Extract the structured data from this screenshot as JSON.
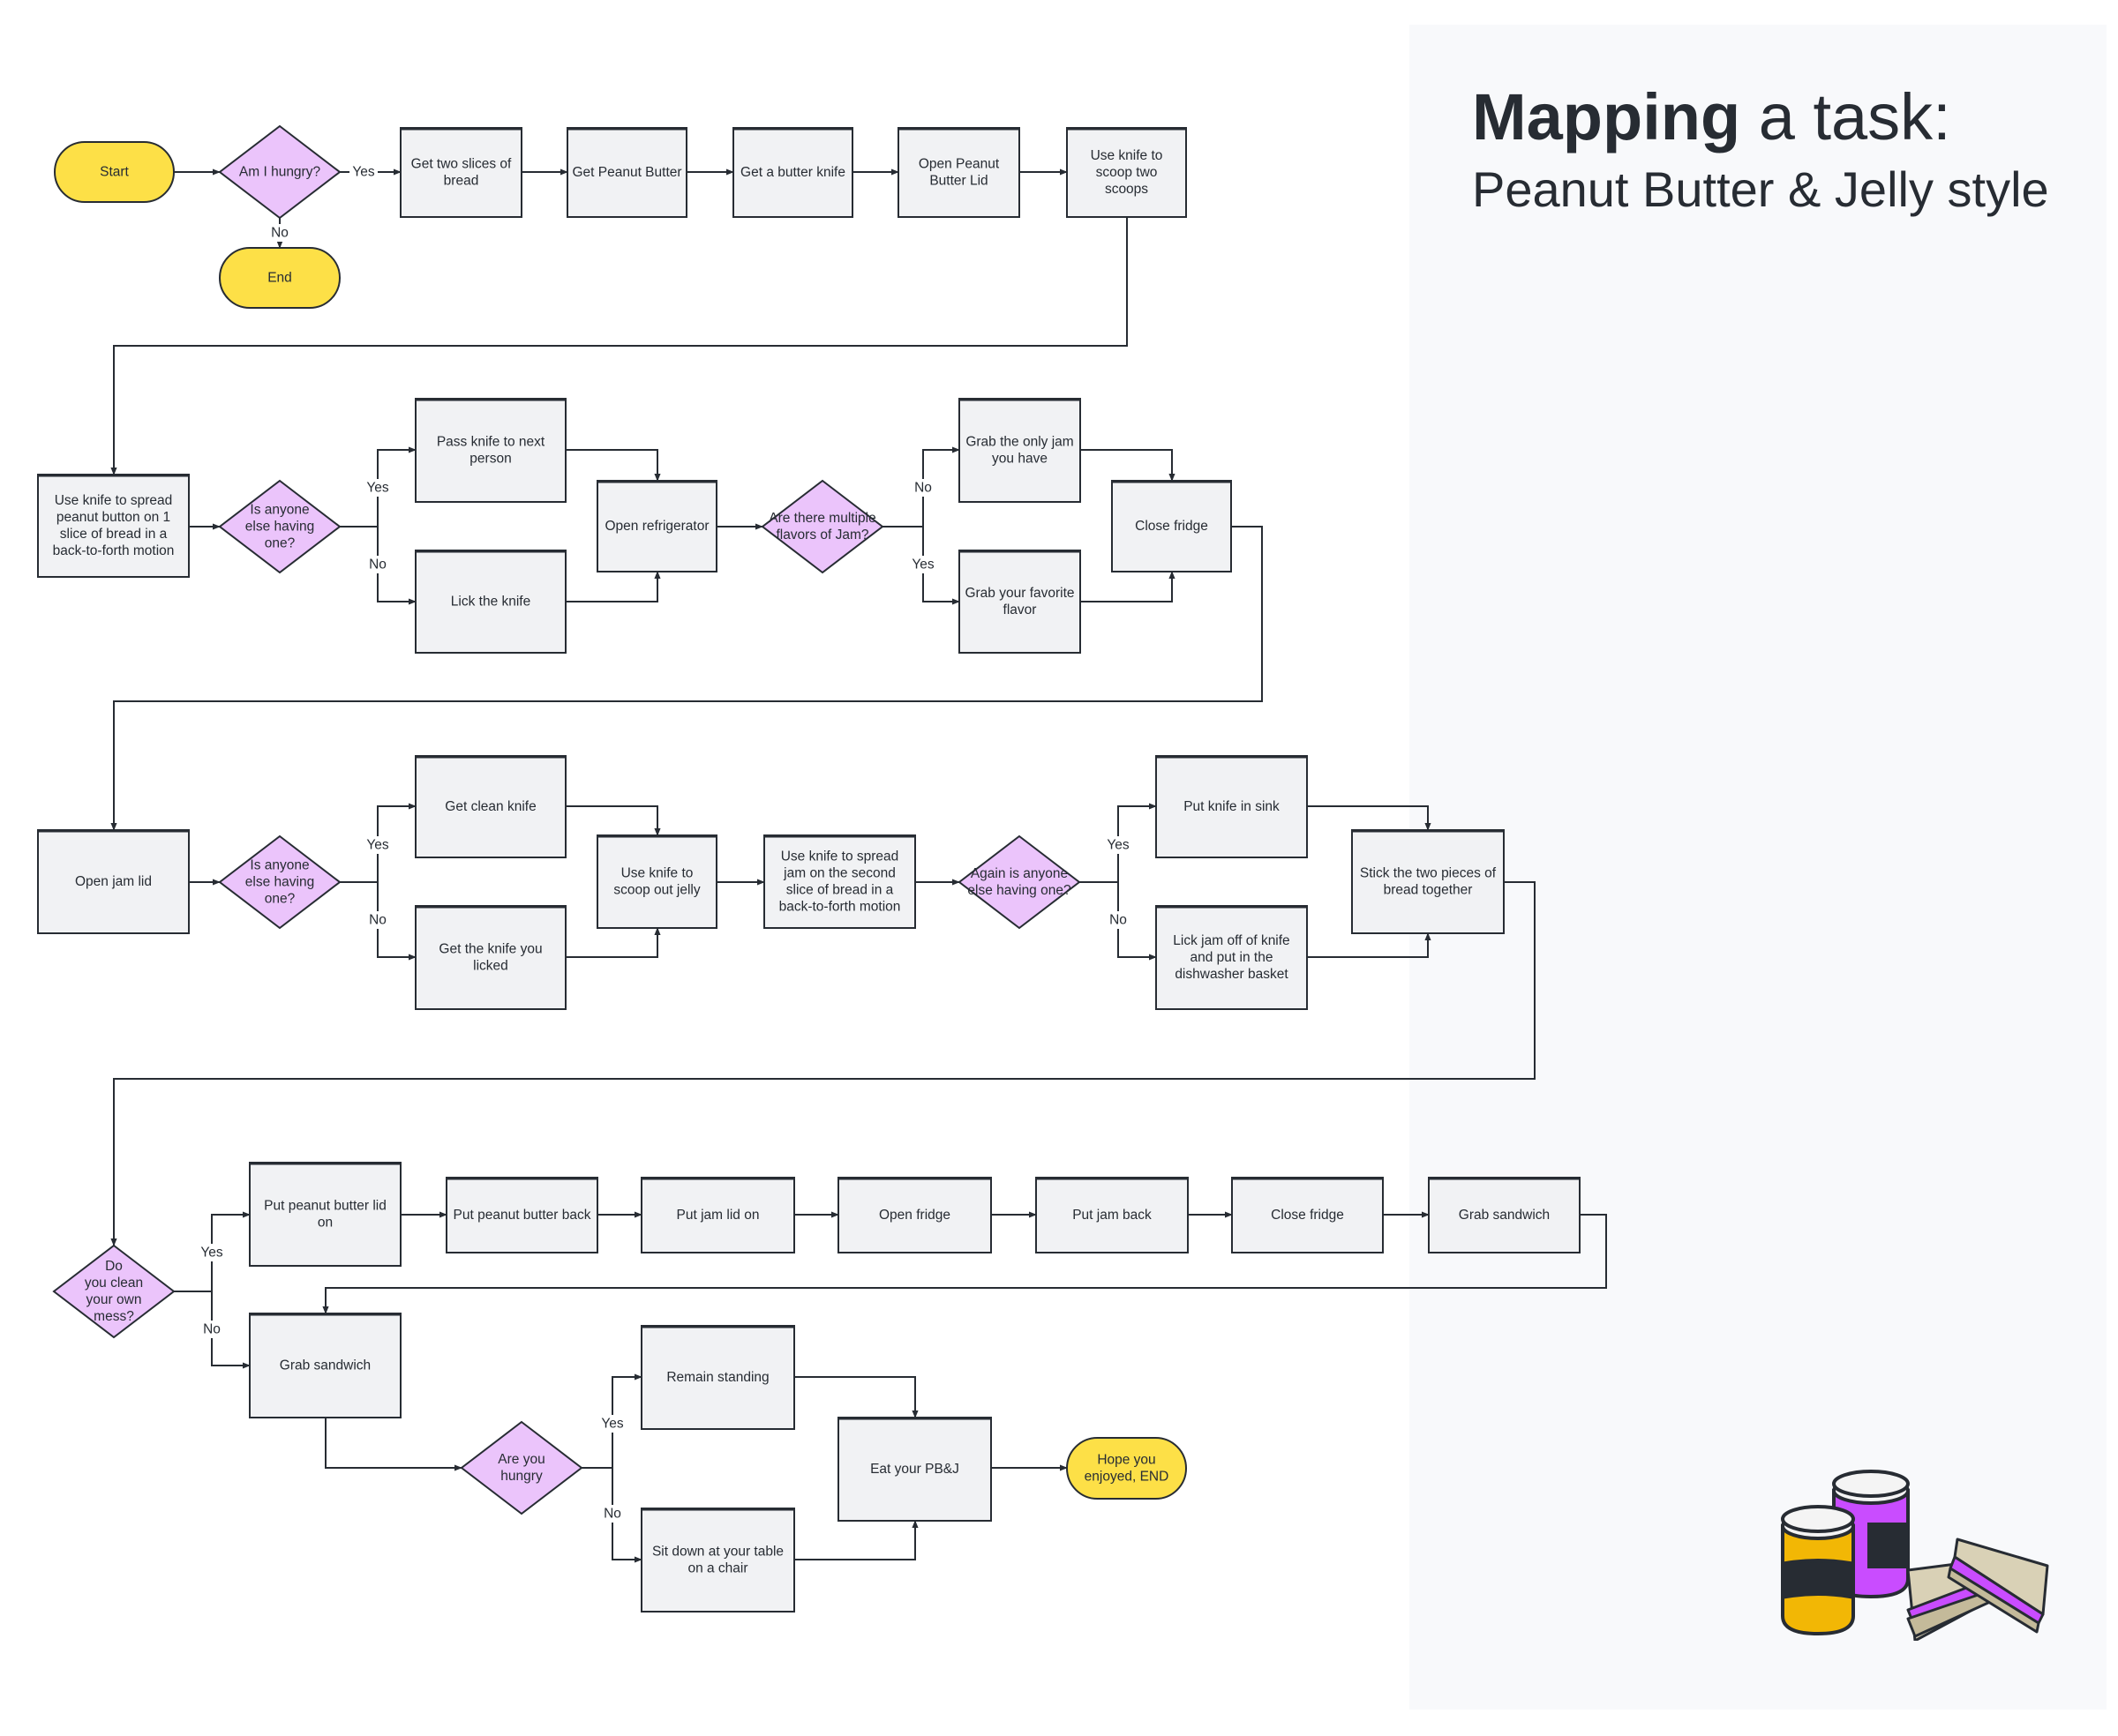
{
  "title": {
    "bold": "Mapping",
    "rest": " a task:",
    "subtitle": "Peanut Butter & Jelly style"
  },
  "colors": {
    "terminal_fill": "#fde047",
    "decision_fill": "#ebc4fb",
    "process_fill": "#f1f2f4",
    "stroke": "#272c33",
    "panel_bg": "#f8f9fb"
  },
  "nodes": {
    "start": {
      "type": "terminal",
      "lines": [
        "Start"
      ]
    },
    "q_hungry": {
      "type": "decision",
      "lines": [
        "Am I hungry?"
      ]
    },
    "end": {
      "type": "terminal",
      "lines": [
        "End"
      ]
    },
    "get_bread": {
      "type": "process",
      "lines": [
        "Get two slices of",
        "bread"
      ]
    },
    "get_pb": {
      "type": "process",
      "lines": [
        "Get Peanut Butter"
      ]
    },
    "get_knife": {
      "type": "process",
      "lines": [
        "Get a butter knife"
      ]
    },
    "open_pb": {
      "type": "process",
      "lines": [
        "Open Peanut",
        "Butter Lid"
      ]
    },
    "scoop_pb": {
      "type": "process",
      "lines": [
        "Use knife to",
        "scoop two",
        "scoops"
      ]
    },
    "spread_pb": {
      "type": "process",
      "lines": [
        "Use knife to spread",
        "peanut button on 1",
        "slice of bread in a",
        "back-to-forth motion"
      ]
    },
    "q_anyone1": {
      "type": "decision",
      "lines": [
        "Is anyone",
        "else having",
        "one?"
      ]
    },
    "pass_knife": {
      "type": "process",
      "lines": [
        "Pass knife to next",
        "person"
      ]
    },
    "lick_knife": {
      "type": "process",
      "lines": [
        "Lick the knife"
      ]
    },
    "open_fridge1": {
      "type": "process",
      "lines": [
        "Open refrigerator"
      ]
    },
    "q_flavors": {
      "type": "decision",
      "lines": [
        "Are there multiple",
        "flavors of Jam?"
      ]
    },
    "grab_only": {
      "type": "process",
      "lines": [
        "Grab the only jam",
        "you have"
      ]
    },
    "grab_fav": {
      "type": "process",
      "lines": [
        "Grab your favorite",
        "flavor"
      ]
    },
    "close_fridge1": {
      "type": "process",
      "lines": [
        "Close fridge"
      ]
    },
    "open_jam": {
      "type": "process",
      "lines": [
        "Open jam lid"
      ]
    },
    "q_anyone2": {
      "type": "decision",
      "lines": [
        "Is anyone",
        "else having",
        "one?"
      ]
    },
    "clean_knife": {
      "type": "process",
      "lines": [
        "Get clean knife"
      ]
    },
    "licked_knife": {
      "type": "process",
      "lines": [
        "Get the knife you",
        "licked"
      ]
    },
    "scoop_jelly": {
      "type": "process",
      "lines": [
        "Use knife to",
        "scoop out jelly"
      ]
    },
    "spread_jam": {
      "type": "process",
      "lines": [
        "Use knife to spread",
        "jam on the second",
        "slice of bread in a",
        "back-to-forth motion"
      ]
    },
    "q_anyone3": {
      "type": "decision",
      "lines": [
        "Again is anyone",
        "else having one?"
      ]
    },
    "sink": {
      "type": "process",
      "lines": [
        "Put knife in sink"
      ]
    },
    "lick_jam": {
      "type": "process",
      "lines": [
        "Lick jam off of knife",
        "and put in the",
        "dishwasher basket"
      ]
    },
    "stick": {
      "type": "process",
      "lines": [
        "Stick the two pieces of",
        "bread together"
      ]
    },
    "q_clean": {
      "type": "decision",
      "lines": [
        "Do",
        "you clean",
        "your own",
        "mess?"
      ]
    },
    "pb_lid": {
      "type": "process",
      "lines": [
        "Put peanut butter lid",
        "on"
      ]
    },
    "pb_back": {
      "type": "process",
      "lines": [
        "Put peanut butter back"
      ]
    },
    "jam_lid": {
      "type": "process",
      "lines": [
        "Put jam lid on"
      ]
    },
    "open_fridge2": {
      "type": "process",
      "lines": [
        "Open fridge"
      ]
    },
    "jam_back": {
      "type": "process",
      "lines": [
        "Put jam back"
      ]
    },
    "close_fridge2": {
      "type": "process",
      "lines": [
        "Close fridge"
      ]
    },
    "grab_sandwich1": {
      "type": "process",
      "lines": [
        "Grab sandwich"
      ]
    },
    "grab_sandwich2": {
      "type": "process",
      "lines": [
        "Grab sandwich"
      ]
    },
    "q_hungry2": {
      "type": "decision",
      "lines": [
        "Are you",
        "hungry"
      ]
    },
    "remain": {
      "type": "process",
      "lines": [
        "Remain standing"
      ]
    },
    "sit": {
      "type": "process",
      "lines": [
        "Sit down at your table",
        "on a chair"
      ]
    },
    "eat": {
      "type": "process",
      "lines": [
        "Eat your PB&J"
      ]
    },
    "hope": {
      "type": "terminal",
      "lines": [
        "Hope you",
        "enjoyed, END"
      ]
    }
  },
  "edge_labels": {
    "yes": "Yes",
    "no": "No"
  },
  "edges": [
    {
      "from": "start",
      "to": "q_hungry"
    },
    {
      "from": "q_hungry",
      "to": "get_bread",
      "label": "Yes"
    },
    {
      "from": "q_hungry",
      "to": "end",
      "label": "No"
    },
    {
      "from": "get_bread",
      "to": "get_pb"
    },
    {
      "from": "get_pb",
      "to": "get_knife"
    },
    {
      "from": "get_knife",
      "to": "open_pb"
    },
    {
      "from": "open_pb",
      "to": "scoop_pb"
    },
    {
      "from": "scoop_pb",
      "to": "spread_pb"
    },
    {
      "from": "spread_pb",
      "to": "q_anyone1"
    },
    {
      "from": "q_anyone1",
      "to": "pass_knife",
      "label": "Yes"
    },
    {
      "from": "q_anyone1",
      "to": "lick_knife",
      "label": "No"
    },
    {
      "from": "pass_knife",
      "to": "open_fridge1"
    },
    {
      "from": "lick_knife",
      "to": "open_fridge1"
    },
    {
      "from": "open_fridge1",
      "to": "q_flavors"
    },
    {
      "from": "q_flavors",
      "to": "grab_only",
      "label": "No"
    },
    {
      "from": "q_flavors",
      "to": "grab_fav",
      "label": "Yes"
    },
    {
      "from": "grab_only",
      "to": "close_fridge1"
    },
    {
      "from": "grab_fav",
      "to": "close_fridge1"
    },
    {
      "from": "close_fridge1",
      "to": "open_jam"
    },
    {
      "from": "open_jam",
      "to": "q_anyone2"
    },
    {
      "from": "q_anyone2",
      "to": "clean_knife",
      "label": "Yes"
    },
    {
      "from": "q_anyone2",
      "to": "licked_knife",
      "label": "No"
    },
    {
      "from": "clean_knife",
      "to": "scoop_jelly"
    },
    {
      "from": "licked_knife",
      "to": "scoop_jelly"
    },
    {
      "from": "scoop_jelly",
      "to": "spread_jam"
    },
    {
      "from": "spread_jam",
      "to": "q_anyone3"
    },
    {
      "from": "q_anyone3",
      "to": "sink",
      "label": "Yes"
    },
    {
      "from": "q_anyone3",
      "to": "lick_jam",
      "label": "No"
    },
    {
      "from": "sink",
      "to": "stick"
    },
    {
      "from": "lick_jam",
      "to": "stick"
    },
    {
      "from": "stick",
      "to": "q_clean"
    },
    {
      "from": "q_clean",
      "to": "pb_lid",
      "label": "Yes"
    },
    {
      "from": "q_clean",
      "to": "grab_sandwich2",
      "label": "No"
    },
    {
      "from": "pb_lid",
      "to": "pb_back"
    },
    {
      "from": "pb_back",
      "to": "jam_lid"
    },
    {
      "from": "jam_lid",
      "to": "open_fridge2"
    },
    {
      "from": "open_fridge2",
      "to": "jam_back"
    },
    {
      "from": "jam_back",
      "to": "close_fridge2"
    },
    {
      "from": "close_fridge2",
      "to": "grab_sandwich1"
    },
    {
      "from": "grab_sandwich1",
      "to": "grab_sandwich2"
    },
    {
      "from": "grab_sandwich2",
      "to": "q_hungry2"
    },
    {
      "from": "q_hungry2",
      "to": "remain",
      "label": "Yes"
    },
    {
      "from": "q_hungry2",
      "to": "sit",
      "label": "No"
    },
    {
      "from": "remain",
      "to": "eat"
    },
    {
      "from": "sit",
      "to": "eat"
    },
    {
      "from": "eat",
      "to": "hope"
    }
  ],
  "illustration": {
    "name": "peanut-butter-jelly-jars-and-sandwich",
    "colors": {
      "pb_jar": "#f2b705",
      "jelly_jar": "#c94cff",
      "bread": "#d9d1b6",
      "crust": "#c4ba9a",
      "label": "#272c33",
      "lid": "#f4f4f4"
    }
  }
}
